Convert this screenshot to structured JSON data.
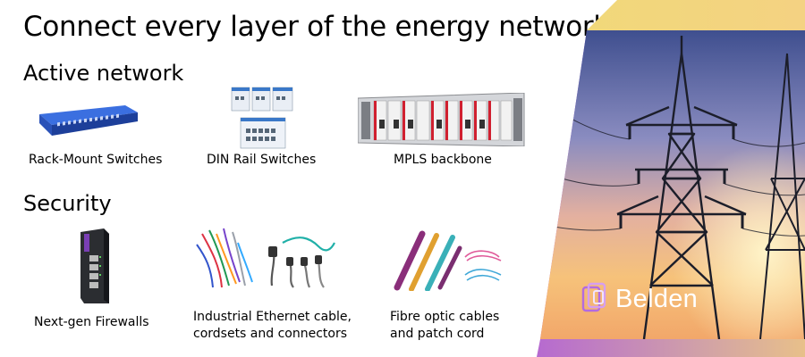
{
  "page": {
    "title": "Connect every layer of the energy network"
  },
  "sections": {
    "active": "Active network",
    "security": "Security"
  },
  "products": {
    "rack": {
      "caption": "Rack-Mount Switches"
    },
    "din": {
      "caption": "DIN Rail Switches"
    },
    "mpls": {
      "caption": "MPLS backbone"
    },
    "firewall": {
      "caption": "Next-gen Firewalls"
    },
    "ethernet": {
      "caption_line1": "Industrial Ethernet cable,",
      "caption_line2": "cordsets and connectors"
    },
    "fibre": {
      "caption_line1": "Fibre optic cables",
      "caption_line2": "and patch cord"
    }
  },
  "brand": {
    "name": "Belden",
    "colors": {
      "purple": "#9b4dd6",
      "magenta": "#c43dd0",
      "orange": "#f0a23a",
      "gold": "#f3c565",
      "product_blue": "#2f5fd0",
      "product_red": "#d02030"
    }
  }
}
